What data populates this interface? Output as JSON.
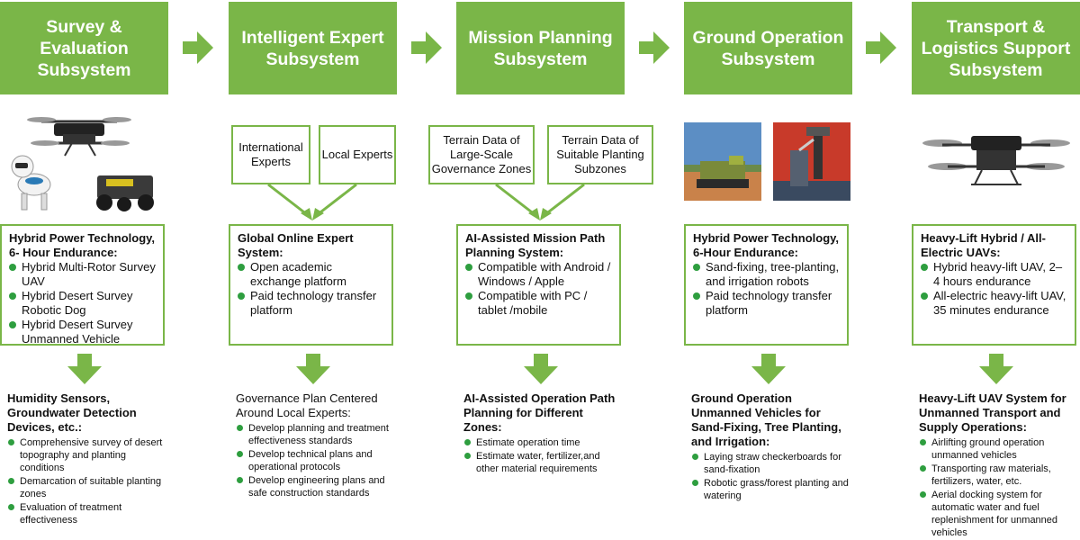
{
  "colors": {
    "accent": "#7ab648",
    "bullet": "#2e9e3f"
  },
  "columns": [
    {
      "header": "Survey & Evaluation Subsystem",
      "box_title": "Hybrid Power Technology, 6- Hour Endurance:",
      "box_items": [
        "Hybrid Multi-Rotor Survey UAV",
        "Hybrid Desert Survey Robotic Dog",
        "Hybrid Desert Survey Unmanned Vehicle"
      ],
      "bottom_title": "Humidity Sensors, Groundwater Detection Devices, etc.:",
      "bottom_items": [
        "Comprehensive survey of desert topography and planting conditions",
        "Demarcation of suitable planting zones",
        "Evaluation of treatment effectiveness"
      ]
    },
    {
      "header": "Intelligent Expert Subsystem",
      "inputs": [
        "International Experts",
        "Local Experts"
      ],
      "box_title": "Global Online Expert System:",
      "box_items": [
        "Open academic exchange platform",
        "Paid technology transfer platform"
      ],
      "bottom_title": "Governance Plan Centered Around Local Experts:",
      "bottom_items": [
        "Develop planning and treatment effectiveness standards",
        "Develop technical plans and operational protocols",
        "Develop engineering plans and safe  construction standards"
      ]
    },
    {
      "header": "Mission Planning Subsystem",
      "inputs": [
        "Terrain Data of Large-Scale Governance Zones",
        "Terrain Data of Suitable Planting Subzones"
      ],
      "box_title": "AI-Assisted Mission Path Planning System:",
      "box_items": [
        "Compatible with Android / Windows / Apple",
        "Compatible with PC / tablet /mobile"
      ],
      "bottom_title": "AI-Assisted Operation Path  Planning for Different Zones:",
      "bottom_items": [
        "Estimate operation time",
        "Estimate water, fertilizer,and other material requirements"
      ]
    },
    {
      "header": "Ground Operation Subsystem",
      "box_title": "Hybrid Power Technology, 6-Hour Endurance:",
      "box_items": [
        "Sand-fixing, tree-planting, and irrigation robots",
        "Paid technology transfer platform"
      ],
      "bottom_title": "Ground Operation Unmanned Vehicles for Sand-Fixing, Tree Planting, and Irrigation:",
      "bottom_items": [
        "Laying straw checkerboards for sand-fixation",
        "Robotic grass/forest planting and watering"
      ]
    },
    {
      "header": "Transport & Logistics Support Subsystem",
      "box_title": "Heavy-Lift Hybrid / All-Electric UAVs:",
      "box_items": [
        "Hybrid heavy-lift UAV, 2–4 hours endurance",
        "All-electric heavy-lift UAV, 35 minutes endurance"
      ],
      "bottom_title": "Heavy-Lift UAV System for Unmanned Transport and Supply Operations:",
      "bottom_items": [
        "Airlifting ground operation unmanned vehicles",
        "Transporting raw materials, fertilizers, water, etc.",
        "Aerial docking system for automatic water and fuel replenishment for unmanned vehicles"
      ]
    }
  ]
}
